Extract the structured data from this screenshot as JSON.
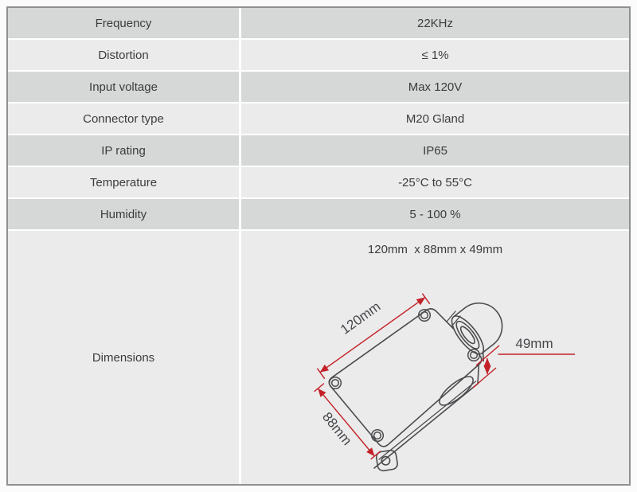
{
  "table": {
    "rows": [
      {
        "label": "Frequency",
        "value": "22KHz"
      },
      {
        "label": "Distortion",
        "value": "≤ 1%"
      },
      {
        "label": "Input voltage",
        "value": "Max 120V"
      },
      {
        "label": "Connector type",
        "value": "M20 Gland"
      },
      {
        "label": "IP rating",
        "value": "IP65"
      },
      {
        "label": "Temperature",
        "value": "-25°C to 55°C"
      },
      {
        "label": "Humidity",
        "value": "5 - 100 %"
      }
    ],
    "dimensions_row": {
      "label": "Dimensions",
      "value": "120mm  x 88mm x 49mm"
    }
  },
  "figure": {
    "labels": {
      "length": "120mm",
      "width": "88mm",
      "height": "49mm"
    },
    "colors": {
      "dimension_red": "#c32127",
      "drawing_line": "#4b4c4e",
      "row_dark": "#d6d7d7",
      "row_light": "#ebebeb"
    }
  }
}
